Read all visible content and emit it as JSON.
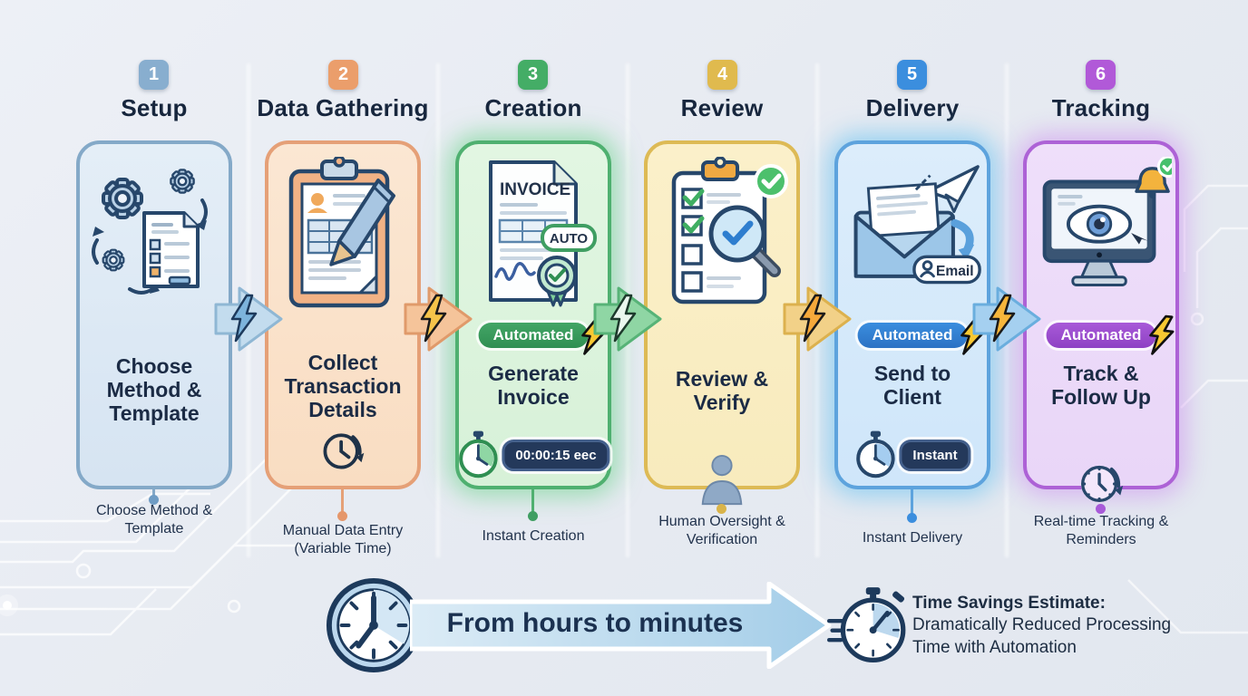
{
  "palette": {
    "background": "#e9edf3",
    "heading_text": "#17263d",
    "body_text": "#22334d",
    "step_accents": [
      "#88aecf",
      "#eb9e6b",
      "#44ad66",
      "#e0ba4e",
      "#3b8ede",
      "#b159d8"
    ],
    "card_fills": [
      "#dfeaf5",
      "#fae4cf",
      "#def5df",
      "#faefc8",
      "#d9ebfb",
      "#eedffa"
    ],
    "automated_pill_colors": {
      "creation": "#35965a",
      "delivery": "#2e7ecf",
      "tracking": "#9b4ecf"
    },
    "timer_pill": "#24395b",
    "bolt_yellow": "#f8c832",
    "banner_arrow_fill": "#bcd9ec"
  },
  "icons": {
    "step1": "gears-document-icon",
    "step2": "clipboard-pen-icon",
    "step3": "invoice-document-icon",
    "step4": "checklist-magnifier-icon",
    "step5": "envelope-send-icon",
    "step6": "monitor-eye-icon",
    "connectors": "arrow-lightning-icon",
    "footer_left": "clock-icon",
    "footer_right": "speed-stopwatch-icon"
  },
  "steps": [
    {
      "number": "1",
      "title": "Setup",
      "card_label": "Choose Method & Template",
      "caption": "Choose Method & Template"
    },
    {
      "number": "2",
      "title": "Data Gathering",
      "card_label": "Collect Transaction Details",
      "caption": "Manual Data Entry (Variable Time)"
    },
    {
      "number": "3",
      "title": "Creation",
      "card_label": "Generate Invoice",
      "caption": "Instant Creation",
      "automated_label": "Automated",
      "timer_label": "00:00:15 eec",
      "icon_texts": {
        "doc_title": "INVOICE",
        "auto_badge": "AUTO"
      }
    },
    {
      "number": "4",
      "title": "Review",
      "card_label": "Review & Verify",
      "caption": "Human Oversight & Verification"
    },
    {
      "number": "5",
      "title": "Delivery",
      "card_label": "Send to Client",
      "caption": "Instant Delivery",
      "automated_label": "Automated",
      "timer_label": "Instant",
      "email_badge": "Email"
    },
    {
      "number": "6",
      "title": "Tracking",
      "card_label": "Track & Follow Up",
      "caption": "Real-time Tracking & Reminders",
      "automated_label": "Automated"
    }
  ],
  "footer": {
    "arrow_label": "From hours to minutes",
    "estimate_heading": "Time Savings Estimate:",
    "estimate_body": "Dramatically Reduced Processing Time with Automation"
  }
}
